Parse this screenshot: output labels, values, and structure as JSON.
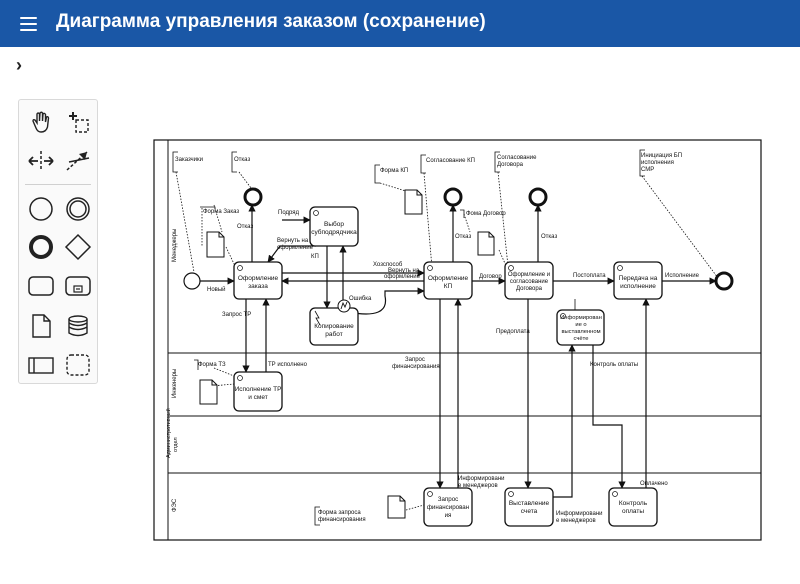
{
  "header": {
    "title": "Диаграмма управления заказом (сохранение)",
    "menu_icon": "hamburger-icon"
  },
  "toolbar": {
    "expand_icon": "chevron-right-icon",
    "tools": [
      {
        "name": "hand-tool",
        "icon": "hand-icon"
      },
      {
        "name": "lasso-tool",
        "icon": "lasso-icon"
      },
      {
        "name": "space-tool",
        "icon": "space-icon"
      },
      {
        "name": "connect-tool",
        "icon": "global-connect-icon"
      },
      {
        "name": "start-event-tool",
        "icon": "start-event-icon"
      },
      {
        "name": "intermediate-event-tool",
        "icon": "intermediate-event-icon"
      },
      {
        "name": "end-event-tool",
        "icon": "end-event-icon"
      },
      {
        "name": "gateway-tool",
        "icon": "gateway-icon"
      },
      {
        "name": "task-tool",
        "icon": "task-icon"
      },
      {
        "name": "subprocess-tool",
        "icon": "subprocess-icon"
      },
      {
        "name": "data-object-tool",
        "icon": "data-object-icon"
      },
      {
        "name": "data-store-tool",
        "icon": "data-store-icon"
      },
      {
        "name": "participant-tool",
        "icon": "participant-icon"
      },
      {
        "name": "group-tool",
        "icon": "group-icon"
      }
    ]
  },
  "diagram": {
    "lanes": {
      "managers": "Менеджеры",
      "engineers": "Инженеры",
      "admin": "Административный отдел",
      "fes": "ФЭС"
    },
    "tasks": {
      "order": "Оформление заказа",
      "subcontractor": "Выбор субподрядчика",
      "copy_works": "Копирование работ",
      "kp": "Оформление КП",
      "contract": "Оформление и согласование Договора",
      "transfer": "Передача на исполнение",
      "billing_info": "Информирование о выставленном счёте",
      "tr_exec": "Исполнение ТР и смет",
      "fin_request": "Запрос финансирования",
      "invoice": "Выставление счета",
      "payment_control": "Контроль оплаты"
    },
    "annotations": {
      "customers": "Заказчики",
      "refusal": "Отказ",
      "kp_form": "Форма КП",
      "kp_approval": "Согласование КП",
      "contract_approval": "Согласование Договора",
      "init_bp": "Инициация БП исполнения СМР",
      "fin_request_form": "Форма запроса финансирования"
    },
    "data_objects": {
      "order_form": "Форма Заказ",
      "kp_form": "Форма КП",
      "contract_form": "Фома Договор",
      "tz_form": "Форма ТЗ",
      "fin_form": "Форма запроса финансирования"
    },
    "flows": {
      "new": "Новый",
      "refusal_1": "Отказ",
      "pick": "Подряд",
      "back_to_order": "Вернуть на оформление",
      "kp_short": "КП",
      "error": "Ошибка",
      "own_way": "Хозспособ",
      "back_to_order_2": "Вернуть на оформление",
      "refusal_2": "Отказ",
      "contract_flow": "Договор",
      "refusal_3": "Отказ",
      "postpay": "Постоплата",
      "execution": "Исполнение",
      "tr_request": "Запрос ТР",
      "tr_done": "ТР исполнено",
      "fin_request_flow": "Запрос финансирования",
      "prepay": "Предоплата",
      "payment_control_flow": "Контроль оплаты",
      "manager_info": "Информирование менеджеров",
      "manager_info_2": "Информирование менеджеров",
      "paid": "Оплачено"
    }
  }
}
